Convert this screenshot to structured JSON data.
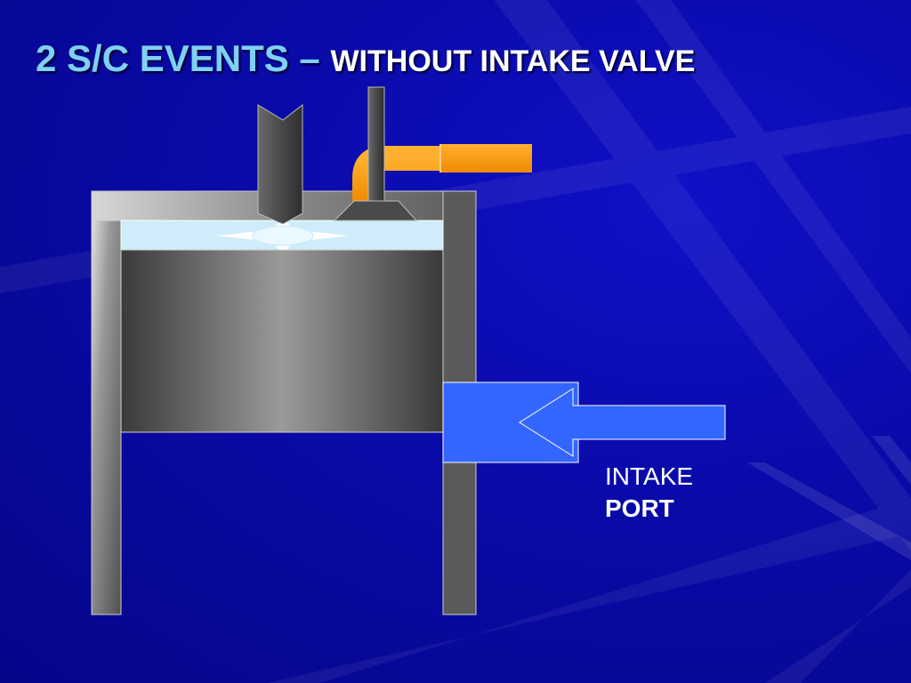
{
  "slide": {
    "title_main": "2 S/C EVENTS – ",
    "title_sub": "WITHOUT INTAKE VALVE"
  },
  "labels": {
    "port_line1": "INTAKE",
    "port_line2": "PORT"
  },
  "colors": {
    "background": "#0a0aa8",
    "title": "#7fd0f5",
    "cylinder_wall": "#8a8a8a",
    "piston": "#6e6e6e",
    "combustion_chamber": "#d0ecfb",
    "exhaust_pipe": "#ff9a00",
    "intake_port": "#3366ff"
  },
  "icons": [
    "spark-plug-icon",
    "fuel-injector-icon",
    "intake-arrow-icon"
  ]
}
